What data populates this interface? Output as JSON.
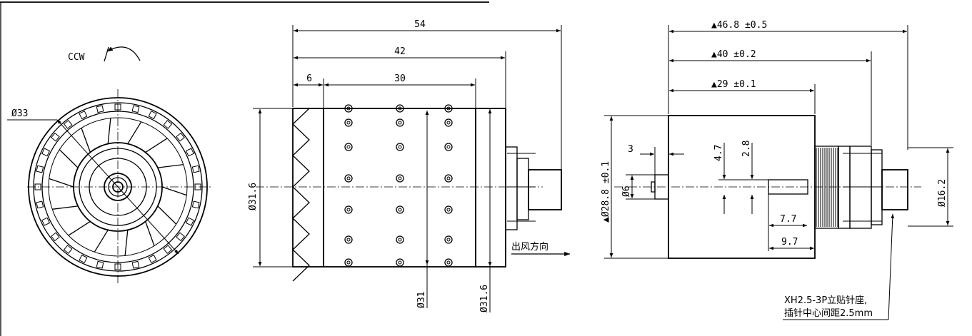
{
  "rotation_label": "CCW",
  "left_view": {
    "diameter": "Ø33"
  },
  "middle_view": {
    "len_54": "54",
    "len_42": "42",
    "len_30": "30",
    "len_6": "6",
    "dia_left": "Ø31.6",
    "dia_inner": "Ø31",
    "dia_right": "Ø31.6",
    "airflow_label": "出风方向"
  },
  "right_view": {
    "len_468": "▲46.8 ±0.5",
    "len_40": "▲40 ±0.2",
    "len_29": "▲29 ±0.1",
    "dim_3": "3",
    "dim_47": "4.7",
    "dim_28": "2.8",
    "dia_288": "▲Ø28.8 ±0.1",
    "dia_6": "Ø6",
    "dim_77": "7.7",
    "dim_97": "9.7",
    "dia_162": "Ø16.2",
    "connector_note_line1": "XH2.5-3P立贴针座,",
    "connector_note_line2": "插针中心间距2.5mm"
  }
}
